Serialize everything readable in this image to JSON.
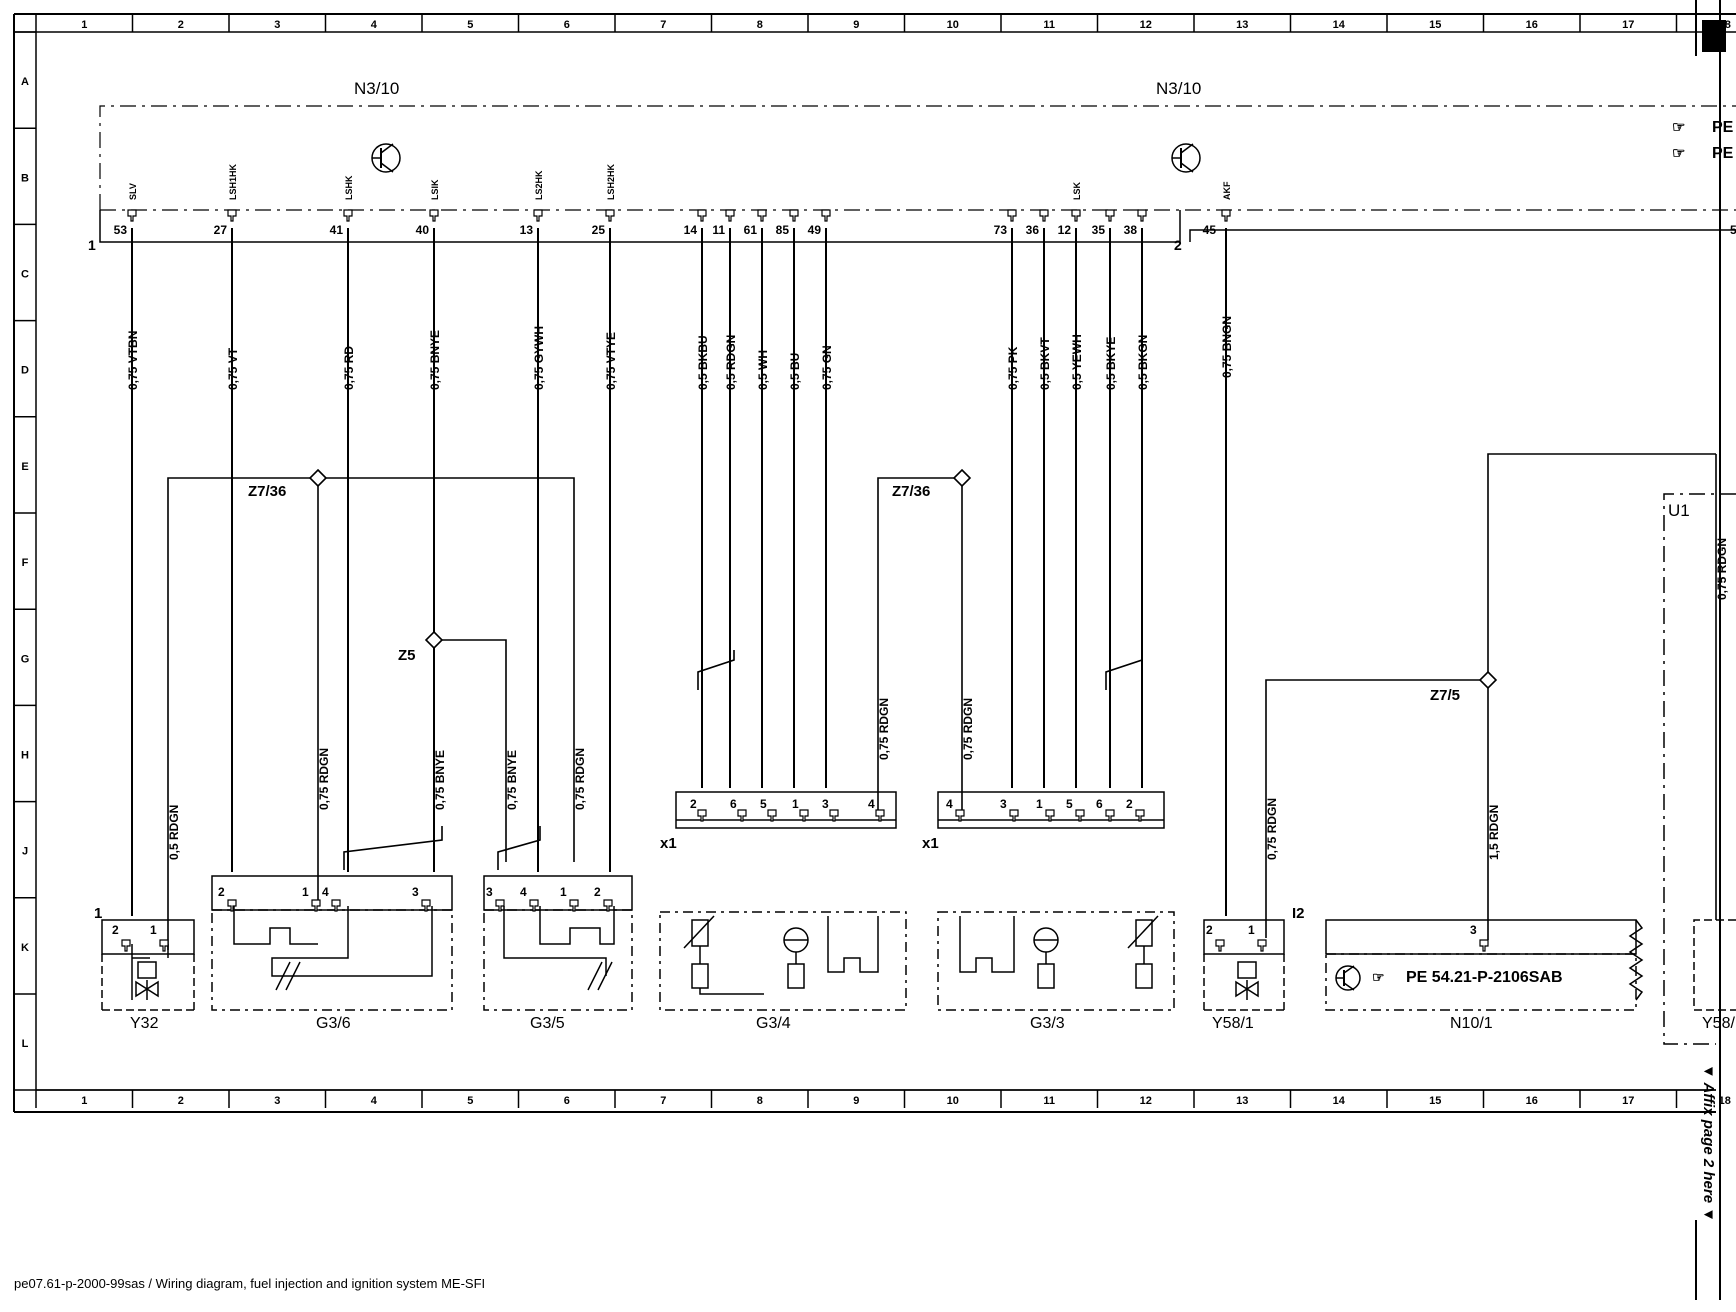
{
  "grid": {
    "columns": [
      "1",
      "2",
      "3",
      "4",
      "5",
      "6",
      "7",
      "8",
      "9",
      "10",
      "11",
      "12",
      "13",
      "14",
      "15",
      "16",
      "17",
      "18"
    ],
    "rows": [
      "A",
      "B",
      "C",
      "D",
      "E",
      "F",
      "G",
      "H",
      "J",
      "K",
      "L"
    ]
  },
  "modules": {
    "left": {
      "name": "N3/10",
      "connector": "1"
    },
    "right": {
      "name": "N3/10",
      "connector": "2"
    },
    "page_refs": [
      "PE",
      "PE"
    ]
  },
  "pins_left": [
    {
      "pin": "53",
      "signal": "SLV",
      "wire": "0,75 VTBN"
    },
    {
      "pin": "27",
      "signal": "LSH1HK",
      "wire": "0,75 VT"
    },
    {
      "pin": "41",
      "signal": "LSHK",
      "wire": "0,75 RD"
    },
    {
      "pin": "40",
      "signal": "LSIK",
      "wire": "0,75 BNYE"
    },
    {
      "pin": "13",
      "signal": "LS2HK",
      "wire": "0,75 GYWH"
    },
    {
      "pin": "25",
      "signal": "LSH2HK",
      "wire": "0,75 VTYE"
    },
    {
      "pin": "14",
      "signal": "",
      "wire": "0,5 BKBU"
    },
    {
      "pin": "11",
      "signal": "",
      "wire": "0,5 RDGN"
    },
    {
      "pin": "61",
      "signal": "",
      "wire": "0,5 WH"
    },
    {
      "pin": "85",
      "signal": "",
      "wire": "0,5 BU"
    },
    {
      "pin": "49",
      "signal": "",
      "wire": "0,75 GN"
    },
    {
      "pin": "73",
      "signal": "",
      "wire": "0,75 PK"
    },
    {
      "pin": "36",
      "signal": "",
      "wire": "0,5 BKVT"
    },
    {
      "pin": "12",
      "signal": "LSK",
      "wire": "0,5 YEWH"
    },
    {
      "pin": "35",
      "signal": "",
      "wire": "0,5 BKYE"
    },
    {
      "pin": "38",
      "signal": "",
      "wire": "0,5 BKGN"
    }
  ],
  "pins_right": [
    {
      "pin": "45",
      "signal": "AKF",
      "wire": "0,75 BNGN"
    },
    {
      "pin": "5",
      "signal": "",
      "wire": ""
    }
  ],
  "splices": [
    "Z7/36",
    "Z5",
    "Z7/36",
    "Z7/5"
  ],
  "extra_wires": [
    "0,5 RDGN",
    "0,75 RDGN",
    "0,75 BNYE",
    "0,75 BNYE",
    "0,75 RDGN",
    "0,75 RDGN",
    "0,75 RDGN",
    "0,75 RDGN",
    "1,5 RDGN",
    "0,75 RDGN"
  ],
  "connectors": {
    "x1_left": "x1",
    "x1_right": "x1",
    "x1_left_pins": [
      "2",
      "6",
      "5",
      "1",
      "3",
      "4"
    ],
    "x1_right_pins": [
      "4",
      "3",
      "1",
      "5",
      "6",
      "2"
    ]
  },
  "components": {
    "y32": {
      "name": "Y32",
      "conn": "1",
      "pins": [
        "2",
        "1"
      ]
    },
    "g36": {
      "name": "G3/6",
      "pins": [
        "2",
        "1",
        "4",
        "3"
      ]
    },
    "g35": {
      "name": "G3/5",
      "pins": [
        "3",
        "4",
        "1",
        "2"
      ]
    },
    "g34": {
      "name": "G3/4"
    },
    "g33": {
      "name": "G3/3"
    },
    "y581": {
      "name": "Y58/1",
      "conn": "I2",
      "pins": [
        "2",
        "1"
      ]
    },
    "n101": {
      "name": "N10/1",
      "pin": "3",
      "ref": "PE 54.21-P-2106SAB"
    },
    "y58_partial": {
      "name": "Y58/"
    },
    "u1": {
      "name": "U1"
    }
  },
  "side_note": "Affix page 2 here",
  "footer": "pe07.61-p-2000-99sas / Wiring diagram, fuel injection and ignition system ME-SFI"
}
